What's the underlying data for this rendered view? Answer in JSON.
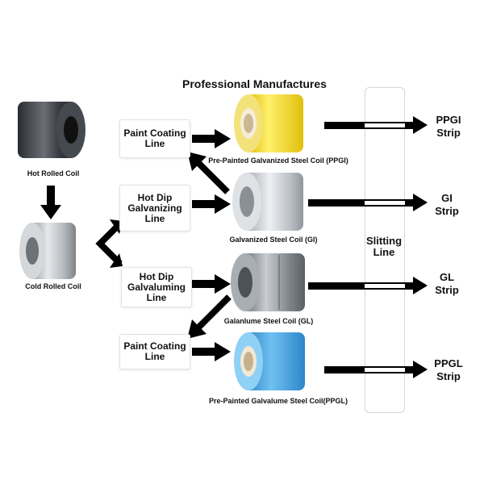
{
  "header": {
    "title": "Professional Manufactures"
  },
  "inputs": {
    "hot_rolled": "Hot Rolled Coil",
    "cold_rolled": "Cold Rolled Coil"
  },
  "processes": {
    "paint_coating_top": "Paint Coating\nLine",
    "hot_dip_galvanizing": "Hot Dip\nGalvanizing\nLine",
    "hot_dip_galvaluming": "Hot Dip\nGalvaluming\nLine",
    "paint_coating_bottom": "Paint Coating\nLine"
  },
  "products": {
    "ppgi_coil": "Pre-Painted Galvanized Steel Coil (PPGI)",
    "gi_coil": "Galvanized Steel Coil (GI)",
    "gl_coil": "Galanlume Steel Coil (GL)",
    "ppgl_coil": "Pre-Painted Galvalume Steel Coil(PPGL)"
  },
  "slitting": {
    "label": "Slitting\nLine"
  },
  "outputs": {
    "ppgi_strip": "PPGI\nStrip",
    "gi_strip": "GI\nStrip",
    "gl_strip": "GL\nStrip",
    "ppgl_strip": "PPGL\nStrip"
  },
  "colors": {
    "ppgi_coil": "#f1d31c",
    "ppgl_coil": "#3c97d8",
    "galvanized": "#b9bfc4",
    "galvalume": "#8c9298",
    "hot_rolled": "#3a3d42",
    "arrow": "#000000"
  },
  "icons": [
    "coil-icon",
    "arrow-icon"
  ]
}
